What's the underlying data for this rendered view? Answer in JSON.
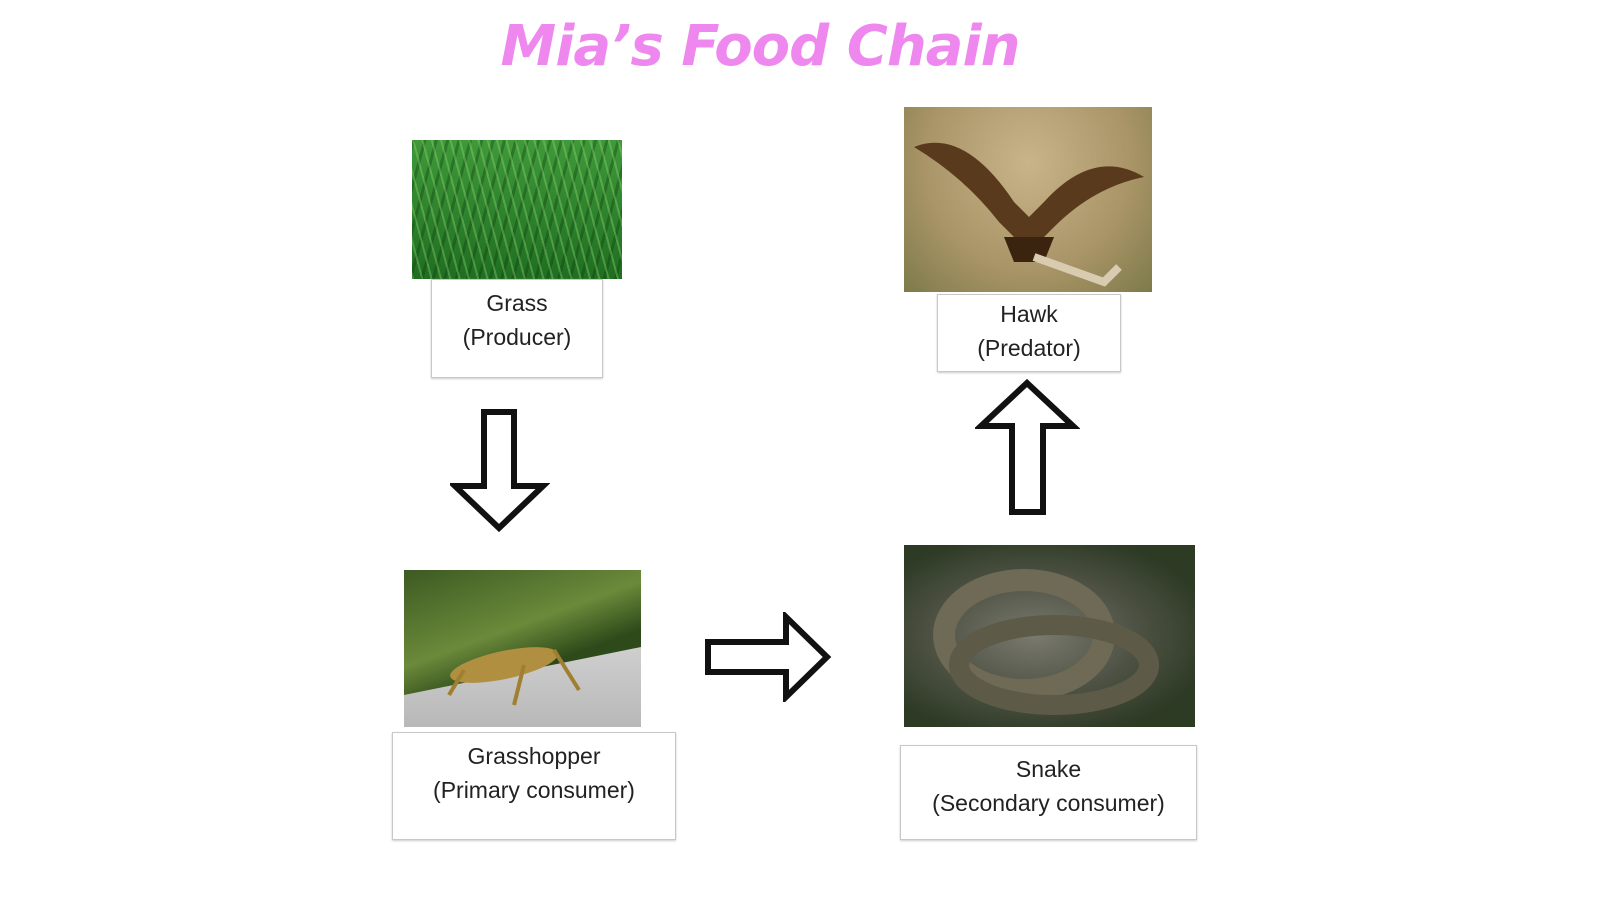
{
  "title": "Mia’s Food Chain",
  "nodes": {
    "grass": {
      "name": "Grass",
      "role": "(Producer)"
    },
    "grasshopper": {
      "name": "Grasshopper",
      "role": "(Primary consumer)"
    },
    "snake": {
      "name": "Snake",
      "role": "(Secondary consumer)"
    },
    "hawk": {
      "name": "Hawk",
      "role": "(Predator)"
    }
  },
  "colors": {
    "title": "#ee88ee"
  }
}
